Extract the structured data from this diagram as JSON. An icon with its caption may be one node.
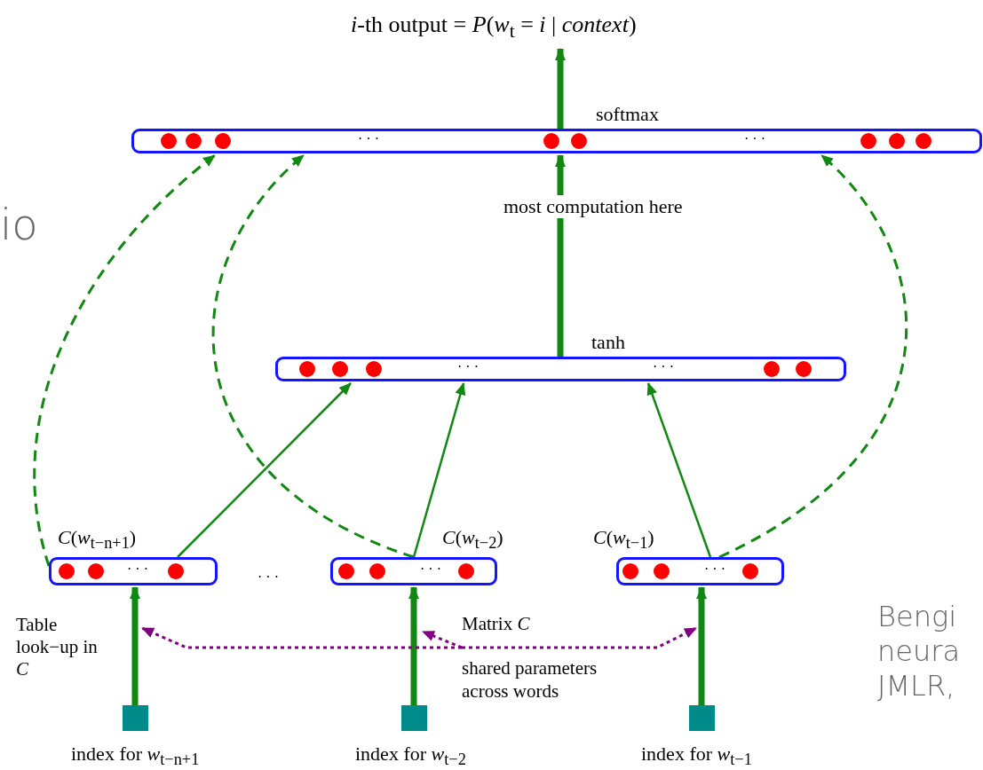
{
  "diagram": {
    "nodes": [
      {
        "text": [
          "*i*-th output = *P*(*w*$_{t}$ = *i* | *context*)"
        ]
      },
      {
        "text": [
          "softmax",
          "· · ·",
          "· · ·"
        ]
      },
      {
        "text": [
          "tanh",
          "· · ·",
          "· · ·"
        ]
      },
      {
        "text": [
          "*C*(*w*$_{t−n+1}$)",
          "· · ·"
        ]
      },
      {
        "text": [
          "*C*(*w*$_{t−2}$)",
          "· · ·"
        ]
      },
      {
        "text": [
          "*C*(*w*$_{t−1}$)",
          "· · ·"
        ]
      },
      {
        "text": [],
        "shape": "box",
        "beside": [
          "index for *w*$_{t−n+1}$"
        ]
      },
      {
        "text": [],
        "shape": "box",
        "beside": [
          "index for *w*$_{t−2}$"
        ]
      },
      {
        "text": [],
        "shape": "box",
        "beside": [
          "index for *w*$_{t−1}$"
        ]
      },
      {
        "text": [
          "Matrix *C*",
          "shared parameters across words"
        ]
      }
    ],
    "edges": [
      {
        "from": 1,
        "to": 0,
        "arrow": "to",
        "style": "thick"
      },
      {
        "from": 2,
        "to": 1,
        "arrow": "to",
        "style": "thick",
        "label": "most computation here"
      },
      {
        "from": 3,
        "to": 2,
        "arrow": "to"
      },
      {
        "from": 4,
        "to": 2,
        "arrow": "to"
      },
      {
        "from": 5,
        "to": 2,
        "arrow": "to"
      },
      {
        "from": 3,
        "to": 1,
        "arrow": "to",
        "style": "dashed"
      },
      {
        "from": 4,
        "to": 1,
        "arrow": "to",
        "style": "dashed"
      },
      {
        "from": 5,
        "to": 1,
        "arrow": "to",
        "style": "dashed"
      },
      {
        "from": 6,
        "to": 3,
        "arrow": "to",
        "style": "thick"
      },
      {
        "from": 7,
        "to": 4,
        "arrow": "to",
        "style": "thick"
      },
      {
        "from": 8,
        "to": 5,
        "arrow": "to",
        "style": "thick"
      },
      {
        "from": 9,
        "to": null,
        "arrow": "to",
        "style": "dashed",
        "color": "#800080"
      },
      {
        "from": 9,
        "to": null,
        "arrow": "to",
        "style": "dashed",
        "color": "#800080"
      },
      {
        "from": 9,
        "to": null,
        "arrow": "to",
        "style": "dashed",
        "color": "#800080"
      }
    ],
    "labels": [
      "io",
      "· · ·",
      "Table look−up in *C*",
      "Bengi",
      "neura",
      "JMLR,"
    ]
  }
}
